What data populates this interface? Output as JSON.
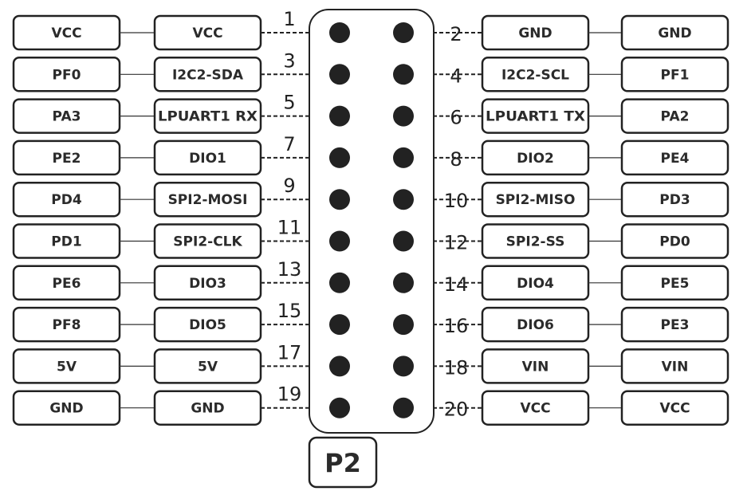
{
  "connector": {
    "label": "P2",
    "pins": [
      {
        "num": "1",
        "port": "VCC",
        "func": "VCC",
        "side": "left"
      },
      {
        "num": "2",
        "port": "GND",
        "func": "GND",
        "side": "right"
      },
      {
        "num": "3",
        "port": "PF0",
        "func": "I2C2-SDA",
        "side": "left"
      },
      {
        "num": "4",
        "port": "PF1",
        "func": "I2C2-SCL",
        "side": "right"
      },
      {
        "num": "5",
        "port": "PA3",
        "func": "LPUART1 RX",
        "side": "left"
      },
      {
        "num": "6",
        "port": "PA2",
        "func": "LPUART1 TX",
        "side": "right"
      },
      {
        "num": "7",
        "port": "PE2",
        "func": "DIO1",
        "side": "left"
      },
      {
        "num": "8",
        "port": "PE4",
        "func": "DIO2",
        "side": "right"
      },
      {
        "num": "9",
        "port": "PD4",
        "func": "SPI2-MOSI",
        "side": "left"
      },
      {
        "num": "10",
        "port": "PD3",
        "func": "SPI2-MISO",
        "side": "right"
      },
      {
        "num": "11",
        "port": "PD1",
        "func": "SPI2-CLK",
        "side": "left"
      },
      {
        "num": "12",
        "port": "PD0",
        "func": "SPI2-SS",
        "side": "right"
      },
      {
        "num": "13",
        "port": "PE6",
        "func": "DIO3",
        "side": "left"
      },
      {
        "num": "14",
        "port": "PE5",
        "func": "DIO4",
        "side": "right"
      },
      {
        "num": "15",
        "port": "PF8",
        "func": "DIO5",
        "side": "left"
      },
      {
        "num": "16",
        "port": "PE3",
        "func": "DIO6",
        "side": "right"
      },
      {
        "num": "17",
        "port": "5V",
        "func": "5V",
        "side": "left"
      },
      {
        "num": "18",
        "port": "VIN",
        "func": "VIN",
        "side": "right"
      },
      {
        "num": "19",
        "port": "GND",
        "func": "GND",
        "side": "left"
      },
      {
        "num": "20",
        "port": "VCC",
        "func": "VCC",
        "side": "right"
      }
    ]
  }
}
